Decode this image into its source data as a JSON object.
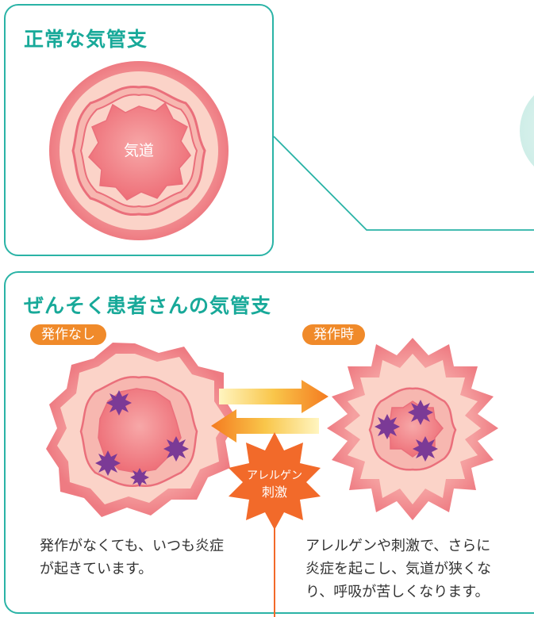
{
  "normal": {
    "title": "正常な気管支",
    "airway_label": "気道"
  },
  "asthma": {
    "title": "ぜんそく患者さんの気管支",
    "left_badge": "発作なし",
    "right_badge": "発作時",
    "trigger_line1": "アレルゲン",
    "trigger_line2": "刺激",
    "left_desc": "発作がなくても、いつも炎症\nが起きています。",
    "right_desc": "アレルゲンや刺激で、さらに\n炎症を起こし、気道が狭くな\nり、呼吸が苦しくなります。"
  },
  "colors": {
    "accent": "#18a999",
    "badge": "#f08a2a",
    "trigger": "#f26a2a",
    "inflammation": "#7b3a96"
  }
}
